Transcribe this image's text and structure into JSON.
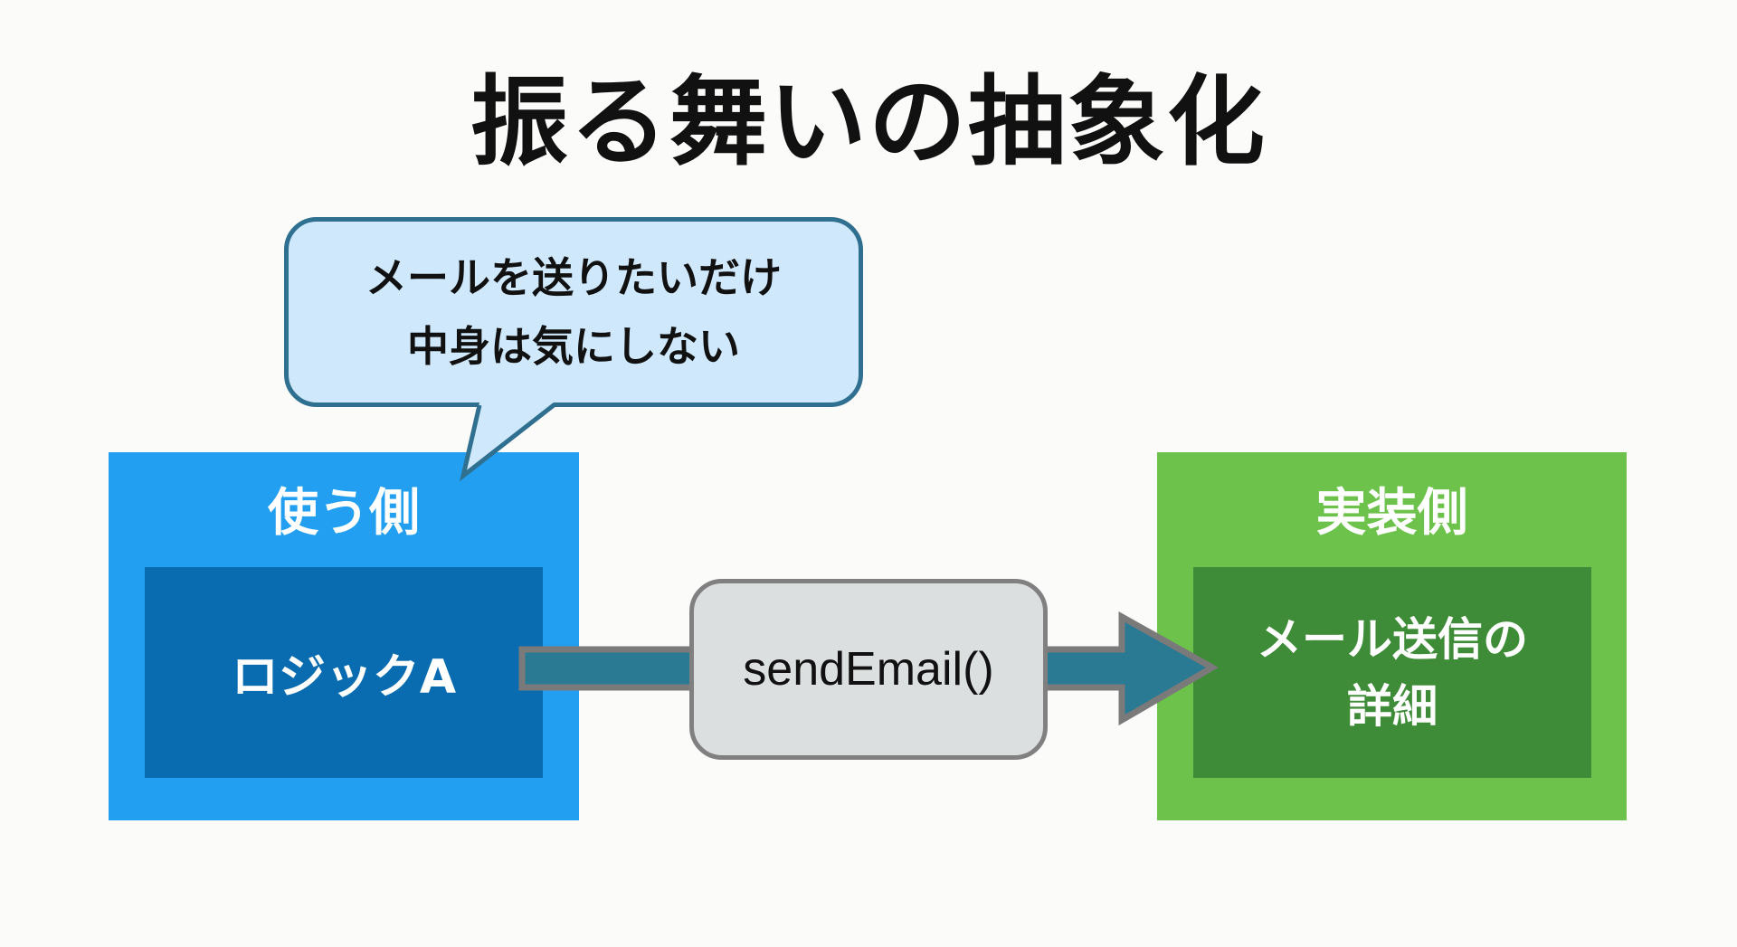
{
  "title": "振る舞いの抽象化",
  "bubble": {
    "lines": [
      "メールを送りたいだけ",
      "中身は気にしない"
    ]
  },
  "user_side": {
    "label": "使う側",
    "inner": "ロジックA"
  },
  "interface": {
    "label": "sendEmail()"
  },
  "impl_side": {
    "label": "実装側",
    "inner_lines": [
      "メール送信の",
      "詳細"
    ]
  },
  "colors": {
    "user_outer": "#229ff0",
    "user_inner": "#0a6cb0",
    "impl_outer": "#6cc24a",
    "impl_inner": "#3f8c38",
    "bubble_fill": "#cfe8fb",
    "bubble_border": "#2f6f8f",
    "arrow_fill": "#2b7a93",
    "interface_fill": "#dcdfe0"
  }
}
